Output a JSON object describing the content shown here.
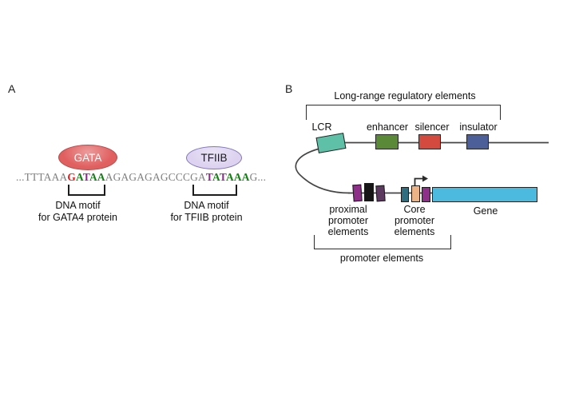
{
  "panelA": {
    "label": "A",
    "proteins": {
      "gata": {
        "label": "GATA",
        "fill": "#e05f5f",
        "border": "#b94a4a",
        "text_color": "#ffffff"
      },
      "tfiib": {
        "label": "TFIIB",
        "fill": "#ddd3f0",
        "border": "#8377bb",
        "text_color": "#1a1a1a"
      }
    },
    "sequence": {
      "segments": [
        {
          "text": "...TTTAAA",
          "color": "#7f7f7f",
          "weight": "normal"
        },
        {
          "text": "G",
          "color": "#e01b1b",
          "weight": "bold"
        },
        {
          "text": "A",
          "color": "#167d16",
          "weight": "bold"
        },
        {
          "text": "T",
          "color": "#8d2a8d",
          "weight": "bold"
        },
        {
          "text": "AA",
          "color": "#167d16",
          "weight": "bold"
        },
        {
          "text": "AGAGAGAGCCCGA",
          "color": "#7f7f7f",
          "weight": "normal"
        },
        {
          "text": "T",
          "color": "#8d2a8d",
          "weight": "bold"
        },
        {
          "text": "A",
          "color": "#167d16",
          "weight": "bold"
        },
        {
          "text": "T",
          "color": "#8d2a8d",
          "weight": "bold"
        },
        {
          "text": "AAA",
          "color": "#167d16",
          "weight": "bold"
        },
        {
          "text": "G...",
          "color": "#7f7f7f",
          "weight": "normal"
        }
      ]
    },
    "motif_captions": {
      "gata": {
        "line1": "DNA motif",
        "line2": "for GATA4 protein"
      },
      "tfiib": {
        "line1": "DNA motif",
        "line2": "for TFIIB protein"
      }
    }
  },
  "panelB": {
    "label": "B",
    "long_range_label": "Long-range regulatory elements",
    "upper_track": {
      "lcr": {
        "label": "LCR",
        "fill": "#5fc0a8"
      },
      "enhancer": {
        "label": "enhancer",
        "fill": "#5a8a38"
      },
      "silencer": {
        "label": "silencer",
        "fill": "#d44a3e"
      },
      "insulator": {
        "label": "insulator",
        "fill": "#4c5f99"
      }
    },
    "lower_track": {
      "proximal_boxes": [
        {
          "fill": "#8e2f8a"
        },
        {
          "fill": "#161616"
        },
        {
          "fill": "#5c3a60"
        }
      ],
      "core_boxes": [
        {
          "fill": "#2f6d80"
        },
        {
          "fill": "#ecb486"
        },
        {
          "fill": "#8e2f8a"
        }
      ],
      "gene": {
        "label": "Gene",
        "fill": "#4cb9df"
      }
    },
    "captions": {
      "proximal": {
        "line1": "proximal",
        "line2": "promoter",
        "line3": "elements"
      },
      "core": {
        "line1": "Core",
        "line2": "promoter",
        "line3": "elements"
      }
    },
    "promoter_bracket_label": "promoter elements",
    "line_color": "#454545",
    "arrow_color": "#2b2b2b"
  }
}
